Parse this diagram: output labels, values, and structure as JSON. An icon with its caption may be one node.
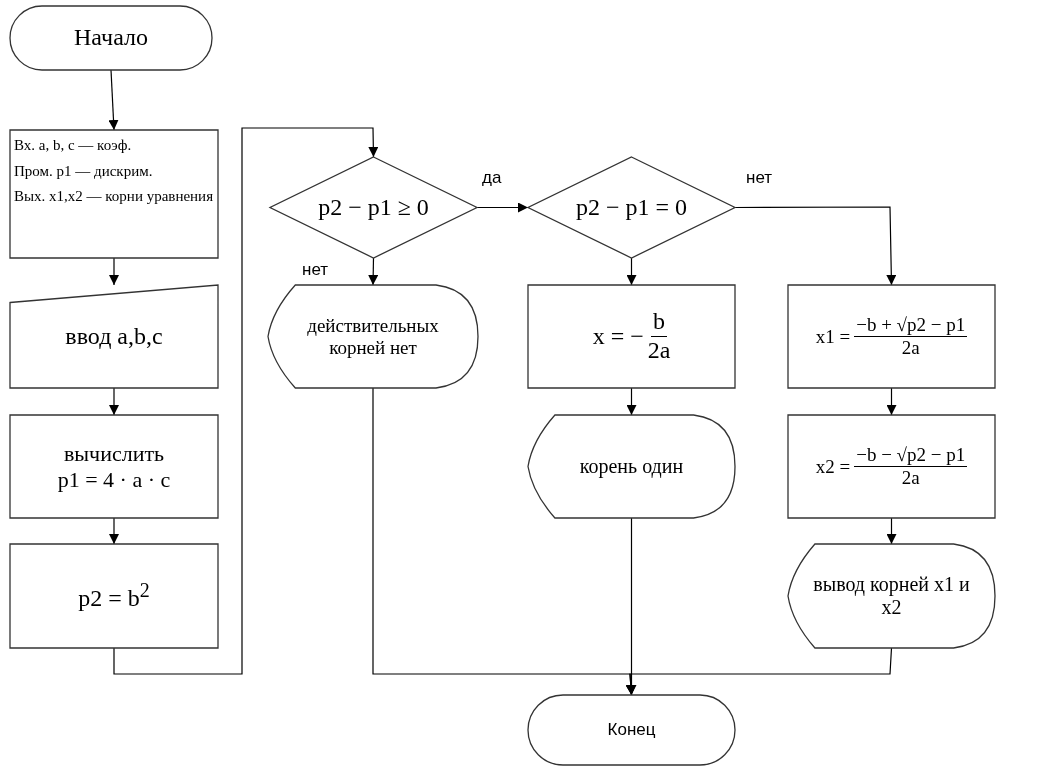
{
  "diagram": {
    "nodes": [
      {
        "text": [
          "Начало"
        ]
      },
      {
        "text": [
          "Вх. a, b, c — коэф.",
          "Пром. p1 — дискрим.",
          "Вых. x1,x2 — корни уравнения"
        ]
      },
      {
        "text": [
          "ввод  a,b,c"
        ]
      },
      {
        "text": [
          "вычислить",
          "p1 = 4 · a · c"
        ]
      },
      {
        "text": [
          "p2 = b$^{2}$"
        ]
      },
      {
        "text": [
          "p2 − p1 ≥ 0"
        ]
      },
      {
        "text": [
          "p2 − p1 = 0"
        ]
      },
      {
        "text": [
          "действительных корней нет"
        ]
      },
      {
        "text": [
          "x = −",
          "b",
          "2a"
        ]
      },
      {
        "text": [
          "x1 =",
          "−b + √p2 − p1",
          "2a"
        ]
      },
      {
        "text": [
          "x2 =",
          "−b − √p2 − p1",
          "2a"
        ]
      },
      {
        "text": [
          "корень один"
        ]
      },
      {
        "text": [
          "вывод корней x1 и x2"
        ]
      },
      {
        "text": [
          "Конец"
        ]
      }
    ],
    "edges": [
      {
        "from": 0,
        "to": 1,
        "arrow": "to"
      },
      {
        "from": 1,
        "to": 2,
        "arrow": "to"
      },
      {
        "from": 2,
        "to": 3,
        "arrow": "to"
      },
      {
        "from": 3,
        "to": 4,
        "arrow": "to"
      },
      {
        "from": 4,
        "to": 5,
        "arrow": "to"
      },
      {
        "from": 5,
        "to": 6,
        "arrow": "to",
        "label": "да"
      },
      {
        "from": 5,
        "to": 7,
        "arrow": "to",
        "label": "нет"
      },
      {
        "from": 6,
        "to": 9,
        "arrow": "to",
        "label": "нет"
      },
      {
        "from": 6,
        "to": 8,
        "arrow": "to"
      },
      {
        "from": 8,
        "to": 11,
        "arrow": "to"
      },
      {
        "from": 9,
        "to": 10,
        "arrow": "to"
      },
      {
        "from": 10,
        "to": 12,
        "arrow": "to"
      },
      {
        "from": 7,
        "to": 13,
        "arrow": "to"
      },
      {
        "from": 11,
        "to": 13,
        "arrow": "to"
      },
      {
        "from": 12,
        "to": 13,
        "arrow": "to"
      }
    ]
  }
}
